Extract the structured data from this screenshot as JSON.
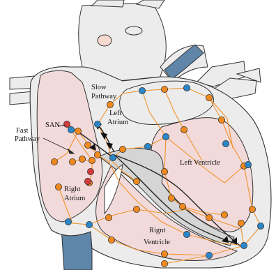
{
  "labels": {
    "slow_pathway_l1": "Slow",
    "slow_pathway_l2": "Pathway",
    "left_atrium_l1": "Left",
    "left_atrium_l2": "Atrium",
    "san": "SAN",
    "fast_pathway_l1": "Fast",
    "fast_pathway_l2": "Pathway",
    "left_ventricle": "Left Ventricle",
    "right_atrium_l1": "Right",
    "right_atrium_l2": "Atrium",
    "right_ventricle_l1": "Rignt",
    "right_ventricle_l2": "Ventricle"
  },
  "colors": {
    "outline": "#333333",
    "tissue": "#ececec",
    "septum": "#d5d5d5",
    "ventricle_fill": "#f3dada",
    "vessel_blue": "#5f86a8",
    "node_orange": "#f08a1e",
    "node_blue": "#2b86c8",
    "node_red": "#d23b3b",
    "path_line": "#f0922a"
  },
  "node_types": [
    "orange",
    "blue",
    "red"
  ]
}
